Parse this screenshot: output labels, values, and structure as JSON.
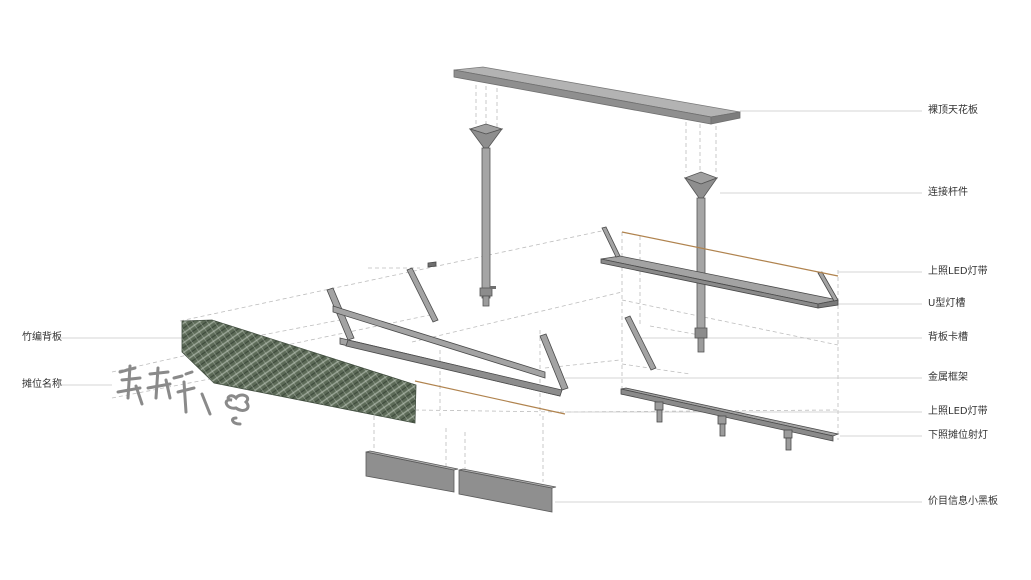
{
  "labels_right": [
    "裸顶天花板",
    "连接杆件",
    "上照LED灯带",
    "U型灯槽",
    "背板卡槽",
    "金属框架",
    "上照LED灯带",
    "下照摊位射灯",
    "价目信息小黑板"
  ],
  "labels_left": [
    "竹编背板",
    "摊位名称"
  ],
  "colors": {
    "panel_face": "#a9a9a9",
    "panel_top": "#8f8f8f",
    "panel_dark": "#6f6f6f",
    "frame": "#9a9a9a",
    "frame_stroke": "#4a4a4a",
    "led_strip": "#b0834e",
    "leader_line": "#c8c8c8",
    "dashed": "#bdbdbd",
    "bamboo_dark": "#3e4a3c",
    "bamboo_light": "#9aa596"
  }
}
